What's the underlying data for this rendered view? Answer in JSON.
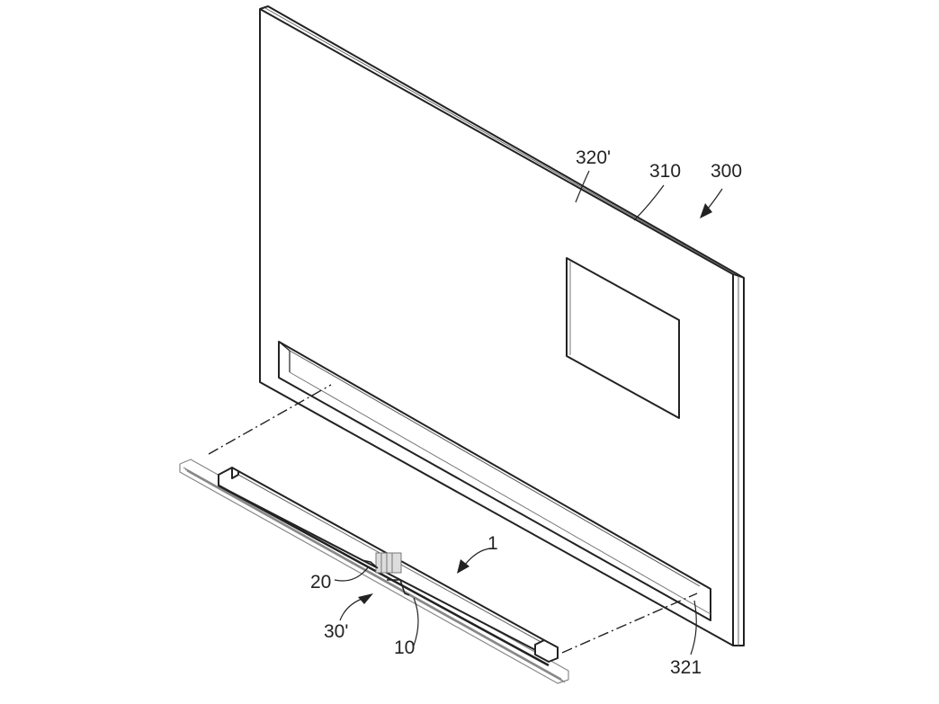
{
  "figure": {
    "labels": {
      "display_front": "320'",
      "display_edge": "310",
      "display_device": "300",
      "module": "1",
      "connector": "20",
      "assembly": "30'",
      "bar": "10",
      "slot": "321"
    },
    "colors": {
      "line": "#222222",
      "light_line": "#888888",
      "background": "#ffffff"
    }
  }
}
